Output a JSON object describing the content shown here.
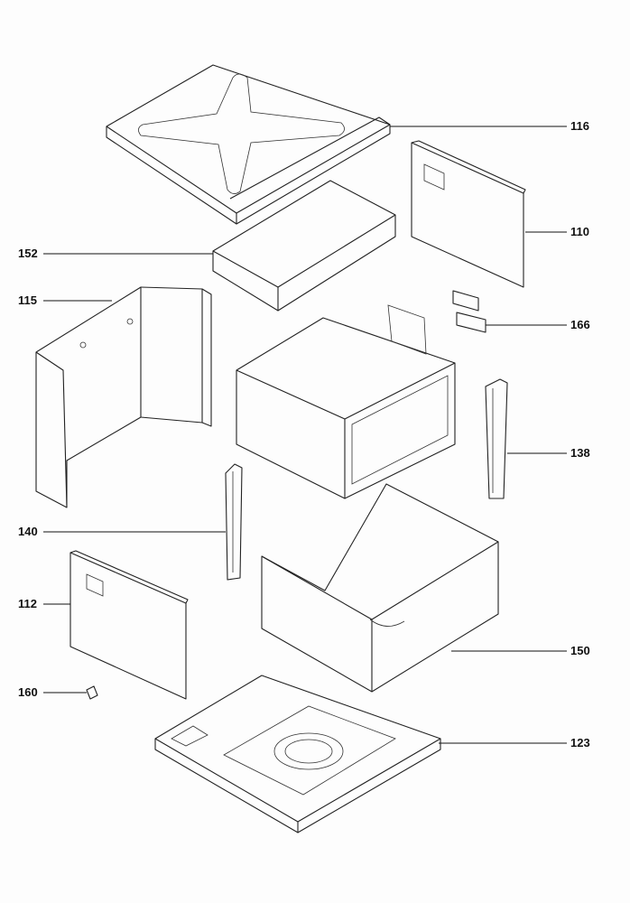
{
  "parts": [
    {
      "id": "top-cover",
      "number": "116"
    },
    {
      "id": "back-panel",
      "number": "110"
    },
    {
      "id": "insulation-top",
      "number": "152"
    },
    {
      "id": "left-side-panel",
      "number": "115"
    },
    {
      "id": "labels",
      "number": "166"
    },
    {
      "id": "right-shelf-guide",
      "number": "138"
    },
    {
      "id": "left-shelf-guide",
      "number": "140"
    },
    {
      "id": "side-plate",
      "number": "112"
    },
    {
      "id": "insulation-wrap",
      "number": "150"
    },
    {
      "id": "clip",
      "number": "160"
    },
    {
      "id": "base-plate",
      "number": "123"
    }
  ]
}
